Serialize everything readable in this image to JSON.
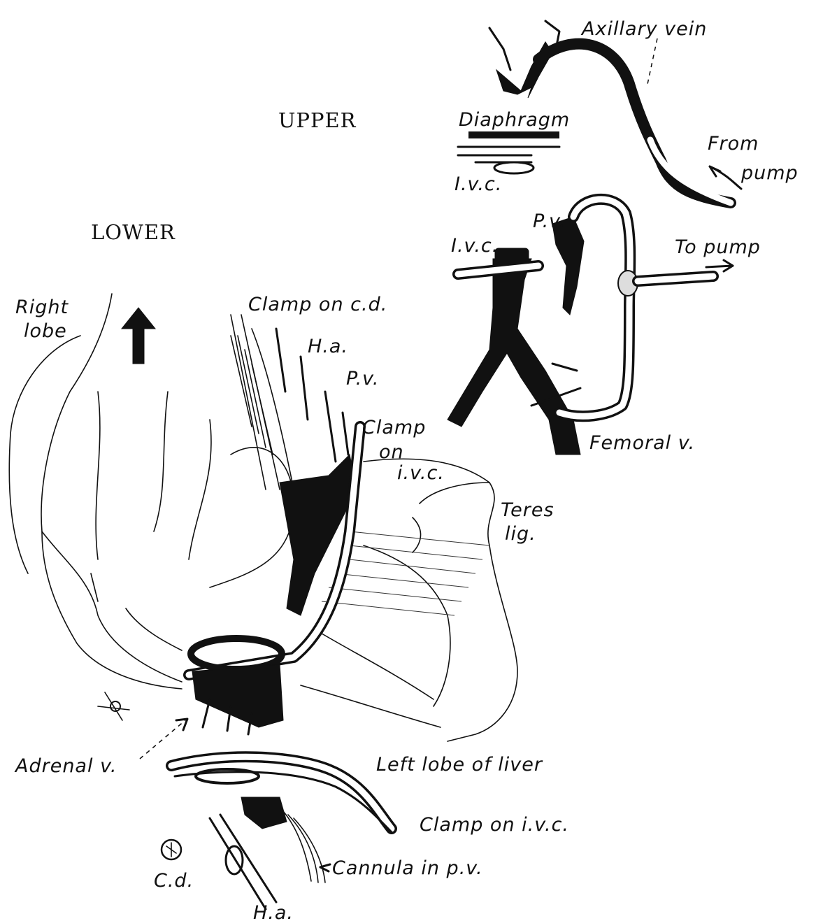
{
  "headers": {
    "upper": "UPPER",
    "lower": "LOWER"
  },
  "labels": {
    "axillary_vein": "Axillary vein",
    "diaphragm": "Diaphragm",
    "ivc_upper": "I.v.c.",
    "from_pump_1": "From",
    "from_pump_2": "pump",
    "pv_upper": "P.v.",
    "ivc_middle": "I.v.c.",
    "to_pump": "To pump",
    "femoral_v": "Femoral v.",
    "right_lobe_1": "Right",
    "right_lobe_2": "lobe",
    "clamp_cd": "Clamp on c.d.",
    "ha_upper": "H.a.",
    "pv_mid": "P.v.",
    "clamp_ivc_1": "Clamp",
    "clamp_ivc_2": "on",
    "clamp_ivc_3": "i.v.c.",
    "teres_1": "Teres",
    "teres_2": "lig.",
    "adrenal_v": "Adrenal v.",
    "left_lobe": "Left lobe of liver",
    "clamp_ivc_lower": "Clamp on i.v.c.",
    "cannula": "Cannula in p.v.",
    "cd_lower": "C.d.",
    "ha_lower": "H.a."
  }
}
